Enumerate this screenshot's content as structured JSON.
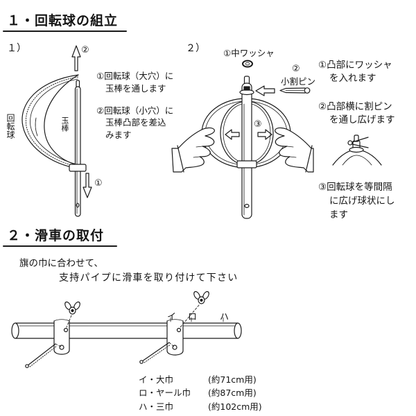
{
  "section1": {
    "title": "１・回転球の組立",
    "step1": {
      "number": "１）",
      "lift_arrow_label": "②",
      "insert_arrow_label": "①",
      "ball_label": "回転球",
      "rod_label": "玉棒",
      "instructions": [
        [
          "①回転球（大穴）に",
          "玉棒を通します"
        ],
        [
          "②回転球（小穴）に",
          "玉棒凸部を差込",
          "みます"
        ]
      ]
    },
    "step2": {
      "number": "２）",
      "washer_label": "①中ワッシャ",
      "pin_number": "②",
      "pin_label": "小割ピン",
      "spread_label": "③",
      "instructions": [
        [
          "①凸部にワッシャ",
          "を入れます"
        ],
        [
          "②凸部横に割ピン",
          "を通し広げます"
        ],
        [
          "③回転球を等間隔",
          "に広げ球状にし",
          "ます"
        ]
      ]
    }
  },
  "section2": {
    "title": "２・滑車の取付",
    "intro": [
      "旗の巾に合わせて、",
      "支持パイプに滑車を取り付けて下さい"
    ],
    "position_markers": [
      "イ",
      "ロ",
      "ハ"
    ],
    "flag_widths": [
      {
        "label": "イ・大巾",
        "note": "(約71cm用)"
      },
      {
        "label": "ロ・ヤール巾",
        "note": "(約87cm用)"
      },
      {
        "label": "ハ・三巾",
        "note": "(約102cm用)"
      }
    ]
  }
}
